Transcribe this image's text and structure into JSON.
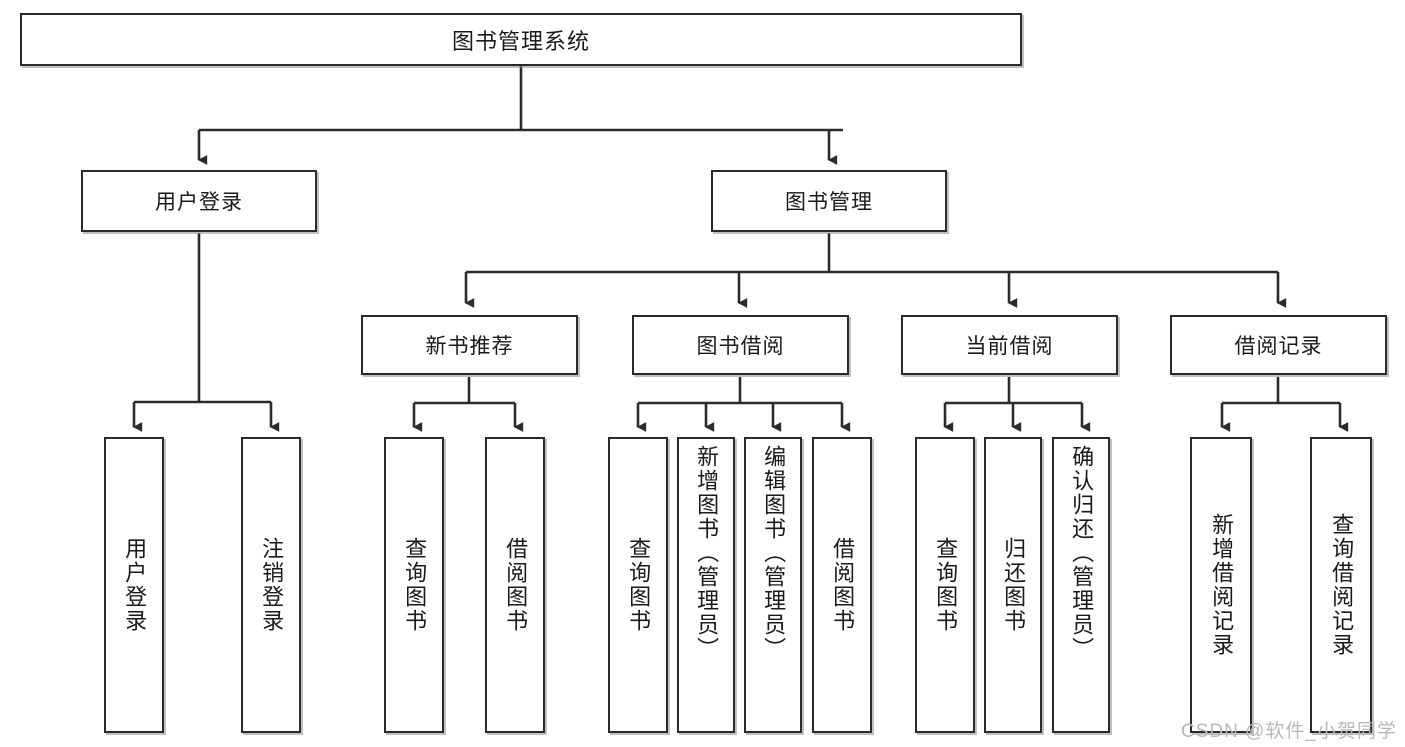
{
  "diagram": {
    "title": "图书管理系统",
    "type": "hierarchy-tree",
    "watermark": "CSDN @软件_小贺同学",
    "colors": {
      "node_border": "#2b2b2b",
      "node_fill": "#ffffff",
      "edge": "#2b2b2b",
      "text": "#1a1a1a",
      "watermark": "#b9b9b9"
    },
    "levels": {
      "root": {
        "label": "图书管理系统"
      },
      "level2": [
        {
          "id": "user-login",
          "label": "用户登录"
        },
        {
          "id": "book-manage",
          "label": "图书管理"
        }
      ],
      "level3": [
        {
          "id": "new-book-recommend",
          "label": "新书推荐"
        },
        {
          "id": "book-borrow",
          "label": "图书借阅"
        },
        {
          "id": "current-borrow",
          "label": "当前借阅"
        },
        {
          "id": "borrow-record",
          "label": "借阅记录"
        }
      ],
      "leaves": {
        "user_login": [
          {
            "id": "leaf-user-login",
            "label": "用户登录"
          },
          {
            "id": "leaf-user-logout",
            "label": "注销登录"
          }
        ],
        "new_book_recommend": [
          {
            "id": "leaf-query-book-1",
            "label": "查询图书"
          },
          {
            "id": "leaf-borrow-book-1",
            "label": "借阅图书"
          }
        ],
        "book_borrow": [
          {
            "id": "leaf-query-book-2",
            "label": "查询图书"
          },
          {
            "id": "leaf-add-book",
            "label": "新增图书（管理员）"
          },
          {
            "id": "leaf-edit-book",
            "label": "编辑图书（管理员）"
          },
          {
            "id": "leaf-borrow-book-2",
            "label": "借阅图书"
          }
        ],
        "current_borrow": [
          {
            "id": "leaf-query-book-3",
            "label": "查询图书"
          },
          {
            "id": "leaf-return-book",
            "label": "归还图书"
          },
          {
            "id": "leaf-confirm-return",
            "label": "确认归还（管理员）"
          }
        ],
        "borrow_record": [
          {
            "id": "leaf-add-record",
            "label": "新增借阅记录"
          },
          {
            "id": "leaf-query-record",
            "label": "查询借阅记录"
          }
        ]
      }
    }
  }
}
